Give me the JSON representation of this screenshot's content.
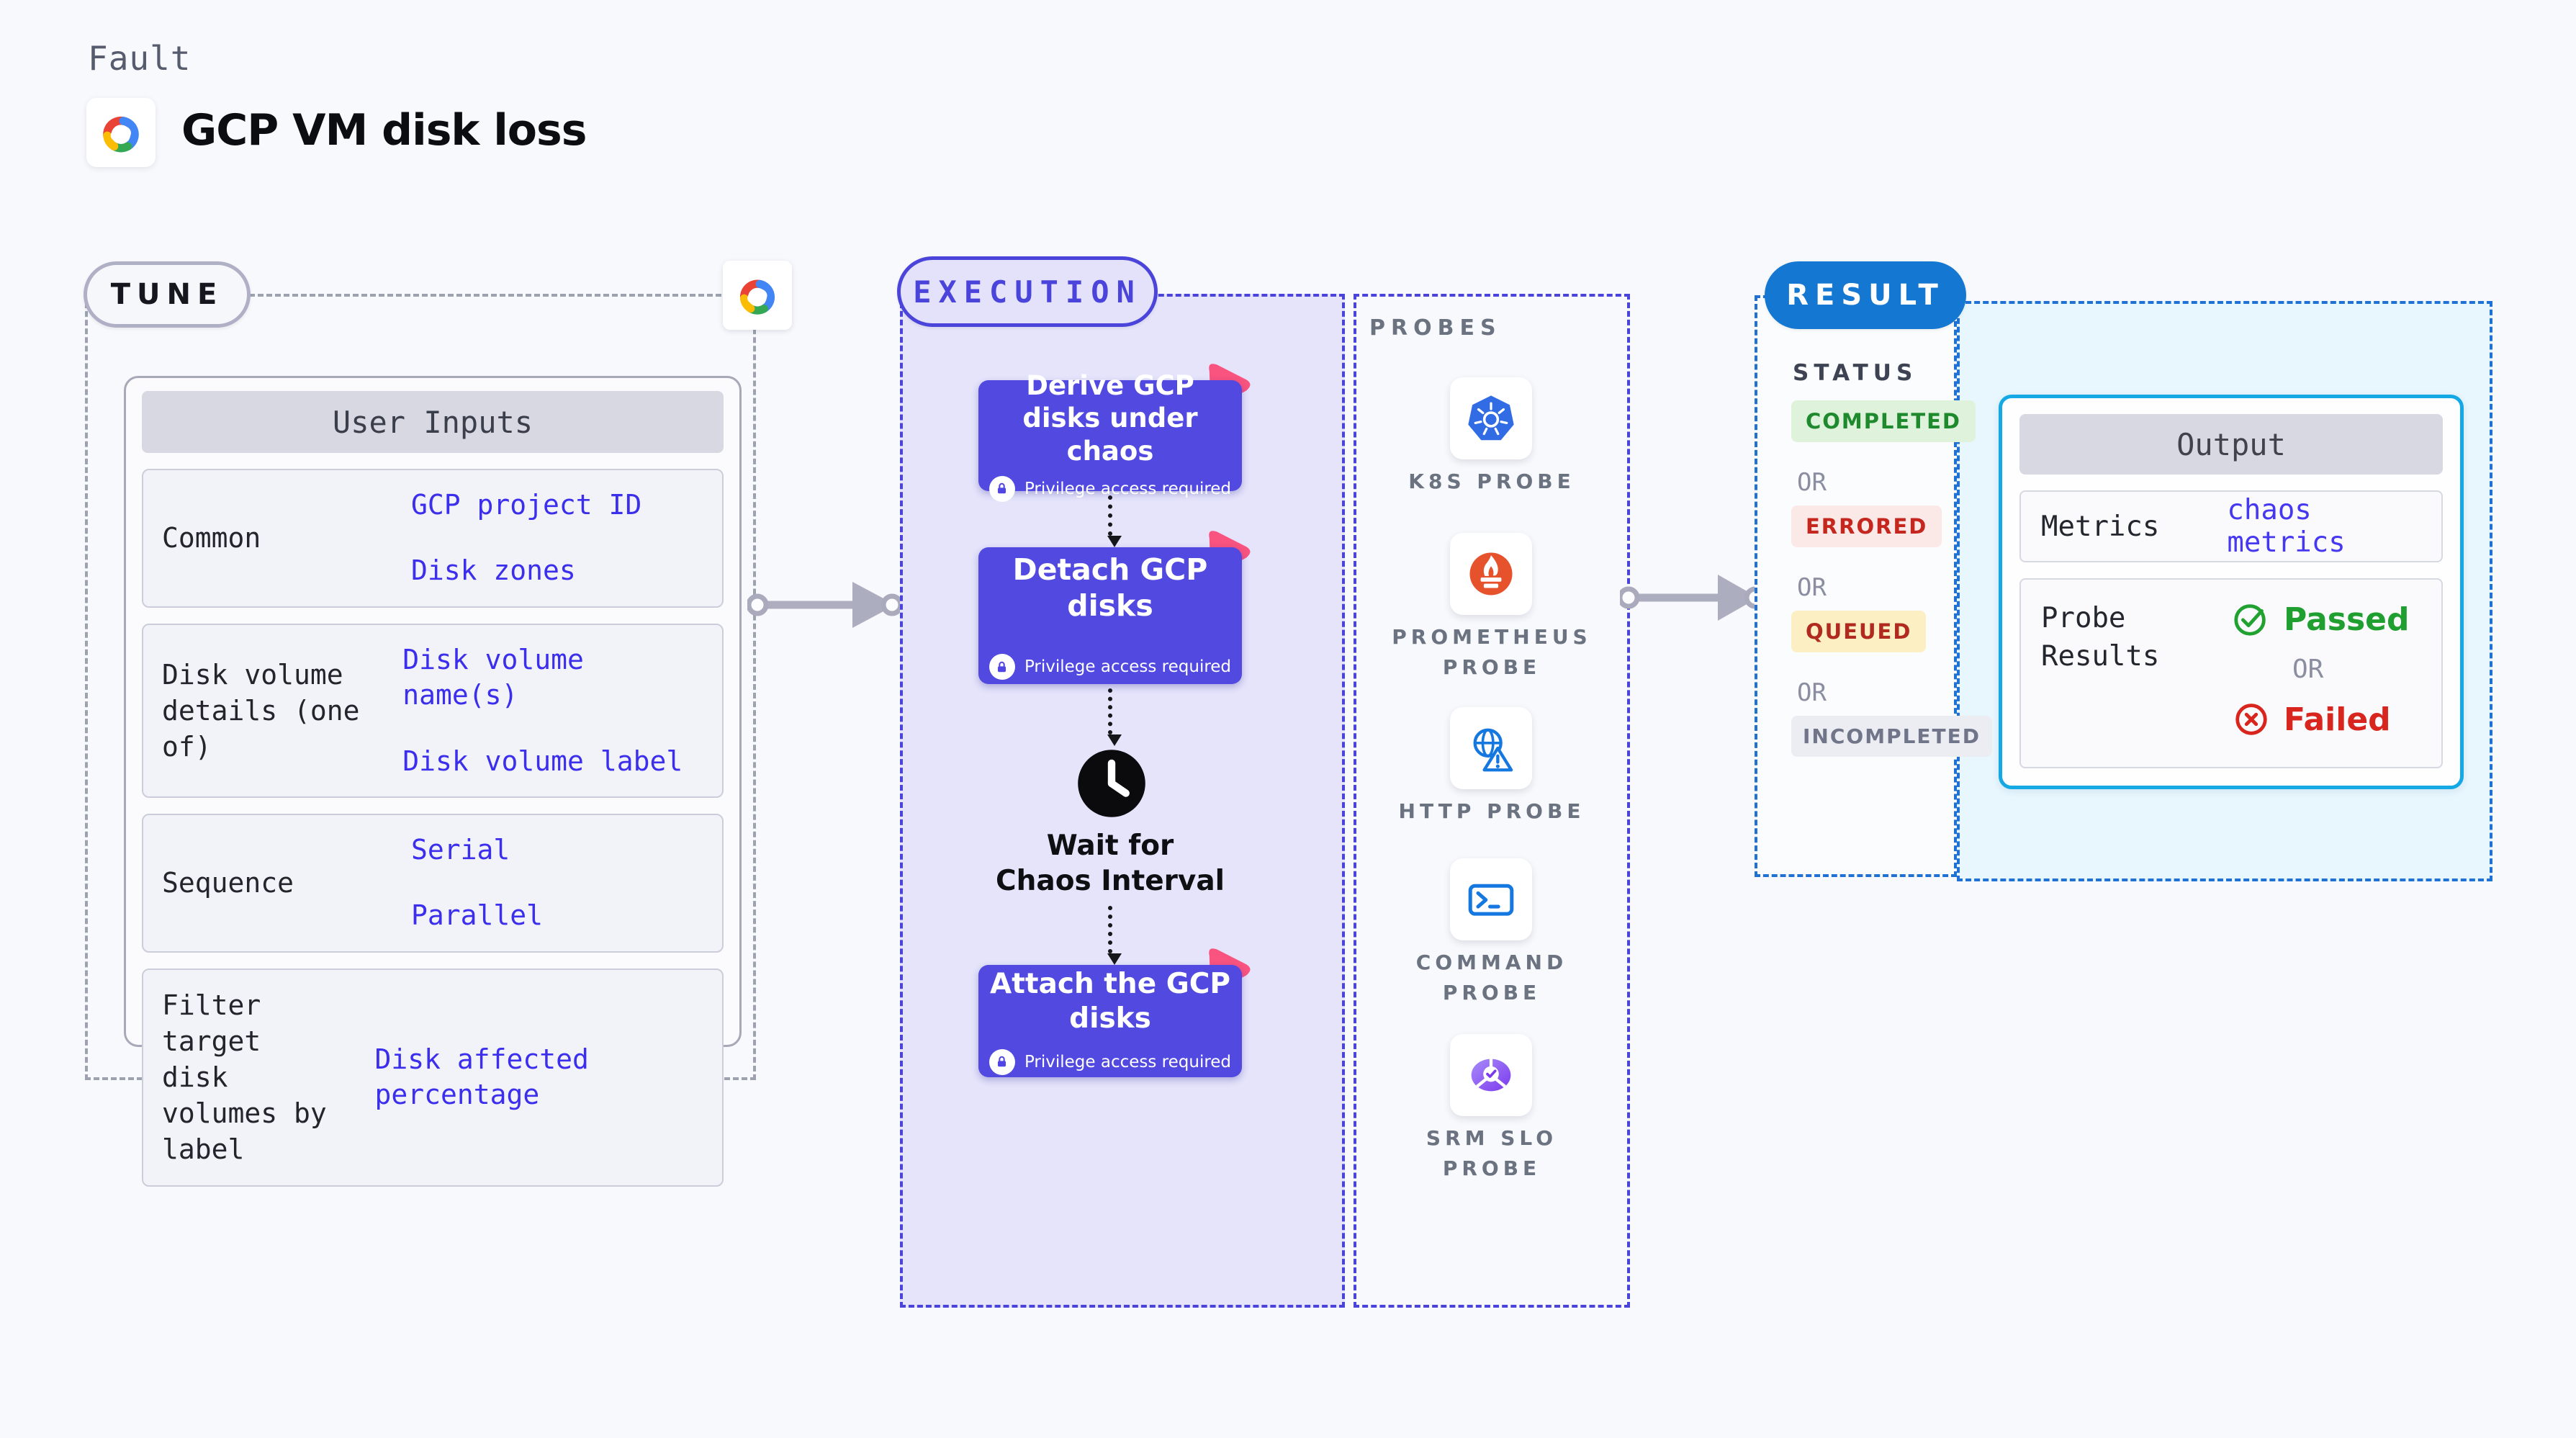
{
  "header": {
    "kicker": "Fault",
    "title": "GCP VM disk loss",
    "logo": "gcp-cloud-logo"
  },
  "tune": {
    "badge": "TUNE",
    "corner_logo": "gcp-cloud-logo",
    "table": {
      "header": "User Inputs",
      "rows": [
        {
          "label": "Common",
          "values": [
            "GCP project ID",
            "Disk zones"
          ]
        },
        {
          "label": "Disk volume details (one of)",
          "values": [
            "Disk volume name(s)",
            "Disk volume label"
          ]
        },
        {
          "label": "Sequence",
          "values": [
            "Serial",
            "Parallel"
          ]
        },
        {
          "label": "Filter target disk volumes by label",
          "values": [
            "Disk affected percentage"
          ]
        }
      ]
    }
  },
  "execution": {
    "badge": "EXECUTION",
    "privilege_label": "Privilege access required",
    "nodes": [
      {
        "title": "Derive GCP disks under chaos"
      },
      {
        "title": "Detach GCP disks"
      },
      {
        "title": "Attach the GCP disks"
      }
    ],
    "wait_label": "Wait for Chaos Interval"
  },
  "probes": {
    "title": "PROBES",
    "items": [
      {
        "icon": "kubernetes-icon",
        "label": "K8S PROBE"
      },
      {
        "icon": "prometheus-icon",
        "label": "PROMETHEUS PROBE"
      },
      {
        "icon": "http-globe-warning-icon",
        "label": "HTTP PROBE"
      },
      {
        "icon": "command-terminal-icon",
        "label": "COMMAND PROBE"
      },
      {
        "icon": "srm-slo-donut-check-icon",
        "label": "SRM SLO PROBE"
      }
    ]
  },
  "result": {
    "badge": "RESULT",
    "status_title": "STATUS",
    "or_label": "OR",
    "statuses": [
      {
        "label": "COMPLETED",
        "bg": "#DFF3DC",
        "color": "#1F8A2D"
      },
      {
        "label": "ERRORED",
        "bg": "#FBE9E8",
        "color": "#C5271F"
      },
      {
        "label": "QUEUED",
        "bg": "#FCEFC4",
        "color": "#B02A1F"
      },
      {
        "label": "INCOMPLETED",
        "bg": "#ECEDF3",
        "color": "#70758A"
      }
    ],
    "output": {
      "header": "Output",
      "metrics_label": "Metrics",
      "metrics_value": "chaos metrics",
      "probe_results_label": "Probe Results",
      "passed_label": "Passed",
      "failed_label": "Failed"
    }
  },
  "colors": {
    "page_bg": "#F8F9FD",
    "execution_fill": "#E5E4FB",
    "execution_accent": "#4B44DB",
    "node_fill": "#5149E0",
    "ribbon_pink": "#F9537F",
    "value_blue": "#3B2EEC",
    "result_badge_blue": "#1478D2",
    "result_dash_blue": "#1F72D4",
    "output_border_cyan": "#14A8E5",
    "output_area_bg": "#E8F6FD",
    "passed_green": "#1E9F2F",
    "failed_red": "#D8251D",
    "arrow_gray": "#ACAEBF"
  }
}
